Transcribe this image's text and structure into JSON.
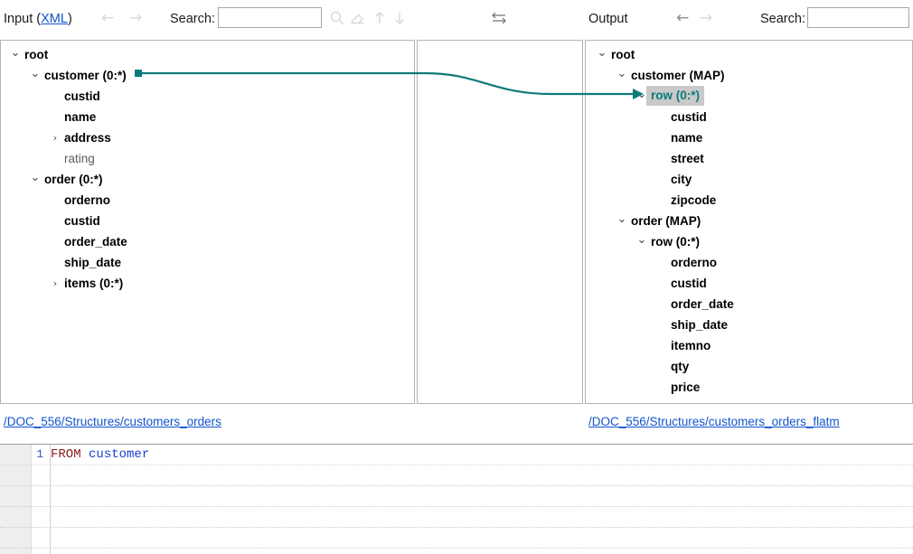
{
  "toolbar": {
    "input_label": "Input (",
    "input_format": "XML",
    "input_label_end": ")",
    "input_back_icon": "arrow-left-icon",
    "input_forward_icon": "arrow-right-icon",
    "input_search_label": "Search:",
    "input_search_value": "",
    "input_search_placeholder": "",
    "find_icon": "magnifier-icon",
    "clear_icon": "eraser-icon",
    "prev_icon": "arrow-up-icon",
    "next_icon": "arrow-down-icon",
    "swap_icon": "swap-arrows-icon",
    "output_label": "Output",
    "output_back_icon": "arrow-left-icon",
    "output_forward_icon": "arrow-right-icon",
    "output_search_label": "Search:",
    "output_search_value": "",
    "output_search_placeholder": ""
  },
  "colors": {
    "link_teal": "#0d7a7a",
    "hyperlink_blue": "#1155cc",
    "selection_bg": "#c9c9c9",
    "panel_border": "#b3b3b3",
    "keyword_red": "#8b1a1a",
    "identifier_blue": "#1a3fd4"
  },
  "input_tree": {
    "nodes": [
      {
        "label": "root",
        "depth": 0,
        "twisty": "expanded",
        "style": "bold"
      },
      {
        "label": "customer (0:*)",
        "depth": 1,
        "twisty": "expanded",
        "style": "bold"
      },
      {
        "label": "custid",
        "depth": 2,
        "twisty": "none",
        "style": "bold"
      },
      {
        "label": "name",
        "depth": 2,
        "twisty": "none",
        "style": "bold"
      },
      {
        "label": "address",
        "depth": 2,
        "twisty": "collapsed",
        "style": "bold"
      },
      {
        "label": "rating",
        "depth": 2,
        "twisty": "none",
        "style": "plain"
      },
      {
        "label": "order (0:*)",
        "depth": 1,
        "twisty": "expanded",
        "style": "bold"
      },
      {
        "label": "orderno",
        "depth": 2,
        "twisty": "none",
        "style": "bold"
      },
      {
        "label": "custid",
        "depth": 2,
        "twisty": "none",
        "style": "bold"
      },
      {
        "label": "order_date",
        "depth": 2,
        "twisty": "none",
        "style": "bold"
      },
      {
        "label": "ship_date",
        "depth": 2,
        "twisty": "none",
        "style": "bold"
      },
      {
        "label": "items (0:*)",
        "depth": 2,
        "twisty": "collapsed",
        "style": "bold"
      }
    ]
  },
  "output_tree": {
    "nodes": [
      {
        "label": "root",
        "depth": 0,
        "twisty": "expanded",
        "style": "bold"
      },
      {
        "label": "customer (MAP)",
        "depth": 1,
        "twisty": "expanded",
        "style": "bold"
      },
      {
        "label": "row (0:*)",
        "depth": 2,
        "twisty": "expanded",
        "style": "selected"
      },
      {
        "label": "custid",
        "depth": 3,
        "twisty": "none",
        "style": "bold"
      },
      {
        "label": "name",
        "depth": 3,
        "twisty": "none",
        "style": "bold"
      },
      {
        "label": "street",
        "depth": 3,
        "twisty": "none",
        "style": "bold"
      },
      {
        "label": "city",
        "depth": 3,
        "twisty": "none",
        "style": "bold"
      },
      {
        "label": "zipcode",
        "depth": 3,
        "twisty": "none",
        "style": "bold"
      },
      {
        "label": "order (MAP)",
        "depth": 1,
        "twisty": "expanded",
        "style": "bold"
      },
      {
        "label": "row (0:*)",
        "depth": 2,
        "twisty": "expanded",
        "style": "bold"
      },
      {
        "label": "orderno",
        "depth": 3,
        "twisty": "none",
        "style": "bold"
      },
      {
        "label": "custid",
        "depth": 3,
        "twisty": "none",
        "style": "bold"
      },
      {
        "label": "order_date",
        "depth": 3,
        "twisty": "none",
        "style": "bold"
      },
      {
        "label": "ship_date",
        "depth": 3,
        "twisty": "none",
        "style": "bold"
      },
      {
        "label": "itemno",
        "depth": 3,
        "twisty": "none",
        "style": "bold"
      },
      {
        "label": "qty",
        "depth": 3,
        "twisty": "none",
        "style": "bold"
      },
      {
        "label": "price",
        "depth": 3,
        "twisty": "none",
        "style": "bold"
      }
    ]
  },
  "mapping": {
    "source_node": "customer (0:*)",
    "target_node": "row (0:*)"
  },
  "paths": {
    "input_path": "/DOC_556/Structures/customers_orders",
    "output_path": "/DOC_556/Structures/customers_orders_flatm"
  },
  "editor": {
    "lines": [
      {
        "number": "1",
        "tokens": [
          {
            "text": "FROM",
            "type": "keyword"
          },
          {
            "text": " ",
            "type": "plain"
          },
          {
            "text": "customer",
            "type": "identifier"
          }
        ]
      }
    ],
    "blank_line_count": 5
  }
}
